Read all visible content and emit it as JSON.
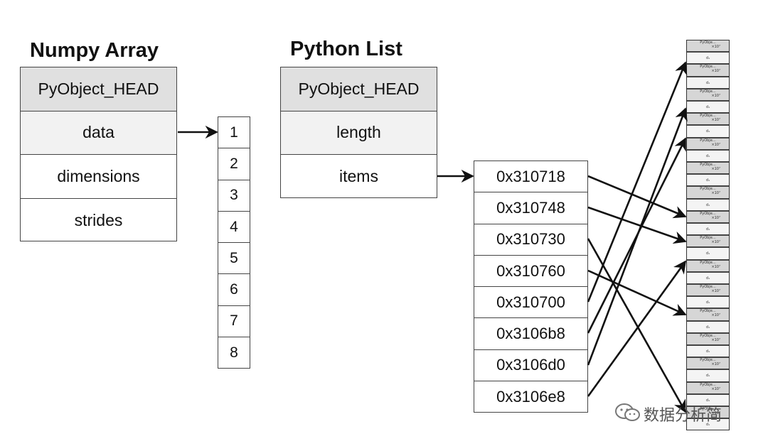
{
  "numpy": {
    "title": "Numpy Array",
    "fields": [
      "PyObject_HEAD",
      "data",
      "dimensions",
      "strides"
    ],
    "buffer": [
      "1",
      "2",
      "3",
      "4",
      "5",
      "6",
      "7",
      "8"
    ]
  },
  "pylist": {
    "title": "Python List",
    "fields": [
      "PyObject_HEAD",
      "length",
      "items"
    ],
    "addresses": [
      "0x310718",
      "0x310748",
      "0x310730",
      "0x310760",
      "0x310700",
      "0x3106b8",
      "0x3106d0",
      "0x3106e8"
    ]
  },
  "heap_object": {
    "head": "PyObje…",
    "value": "×10⁷",
    "tag": "d₁"
  },
  "watermark": "数据分析简"
}
